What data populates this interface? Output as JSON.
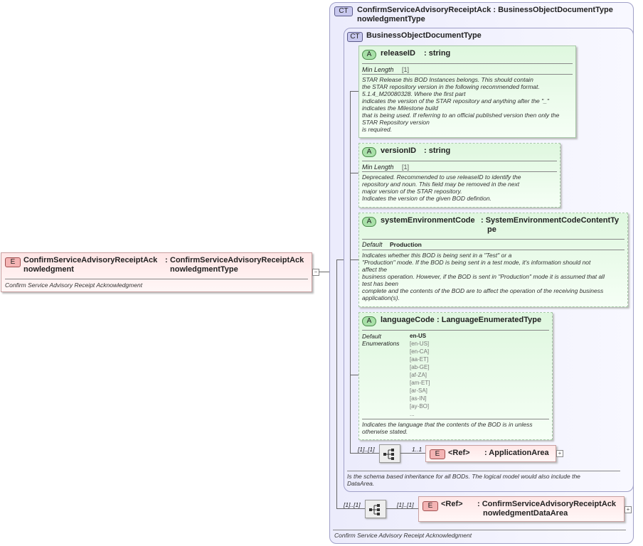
{
  "root_element": {
    "badge": "E",
    "name": "ConfirmServiceAdvisoryReceiptAck nowledgment",
    "type_sep": ":",
    "type": "ConfirmServiceAdvisoryReceiptAck nowledgmentType",
    "doc": "Confirm Service Advisory Receipt Acknowledgment"
  },
  "outer_ct": {
    "badge": "CT",
    "title": "ConfirmServiceAdvisoryReceiptAck : BusinessObjectDocumentType",
    "title2": "nowledgmentType",
    "doc": "Confirm Service Advisory Receipt Acknowledgment"
  },
  "inner_ct": {
    "badge": "CT",
    "title": "BusinessObjectDocumentType",
    "doc": "Is the schema based inheritance for all BODs. The logical model would also include the DataArea."
  },
  "attributes": [
    {
      "badge": "A",
      "name": "releaseID",
      "type": ": string",
      "facet_label": "Min Length",
      "facet_value": "[1]",
      "doc": "STAR Release this BOD Instances belongs. This should contain\nthe STAR repository version in the following recommended format.\n5.1.4_M20080328. Where the first part\nindicates the version of the STAR repository and anything after the \"_\"\nindicates the Milestone build\nthat is being used. If referring to an official published version then only the\nSTAR Repository version\nis required."
    },
    {
      "badge": "A",
      "name": "versionID",
      "type": ": string",
      "facet_label": "Min Length",
      "facet_value": "[1]",
      "doc": "Deprecated. Recommended to use releaseID to identify the\n                 repository and noun. This field may be removed in the next\nmajor version of the STAR repository.\nIndicates the version of the given BOD defintion."
    },
    {
      "badge": "A",
      "name": "systemEnvironmentCode",
      "type": ": SystemEnvironmentCodeContentTy",
      "type2": "pe",
      "facet_label": "Default",
      "facet_value": "Production",
      "doc": "Indicates whether this BOD is being sent in a \"Test\" or a\n\"Production\" mode. If the BOD is being sent in a test mode, it's information should not\naffect the\nbusiness operation. However, if the BOD is sent in \"Production\" mode it is assumed that all\ntest has been\ncomplete and the contents of the BOD are to affect the operation of the receiving business\napplication(s)."
    },
    {
      "badge": "A",
      "name": "languageCode",
      "type": ": LanguageEnumeratedType",
      "facet_label": "Default",
      "facet_label2": "Enumerations",
      "facet_value": "en-US",
      "enumerations": [
        "[en-US]",
        "[en-CA]",
        "[aa-ET]",
        "[ab-GE]",
        "[af-ZA]",
        "[am-ET]",
        "[ar-SA]",
        "[as-IN]",
        "[ay-BO]",
        "..."
      ],
      "doc": "Indicates the language that the contents of the BOD is in unless\notherwise stated."
    }
  ],
  "inner_sequence": {
    "occurs": "[1]..[1]",
    "child_occurs": "1..1",
    "ref_badge": "E",
    "ref_label": "<Ref>",
    "ref_name": ": ApplicationArea"
  },
  "outer_sequence": {
    "occurs": "[1]..[1]",
    "child_occurs": "[1]..[1]",
    "ref_badge": "E",
    "ref_label": "<Ref>",
    "ref_name": ": ConfirmServiceAdvisoryReceiptAck",
    "ref_name2": "nowledgmentDataArea"
  },
  "expander": "+",
  "collapser": "−"
}
